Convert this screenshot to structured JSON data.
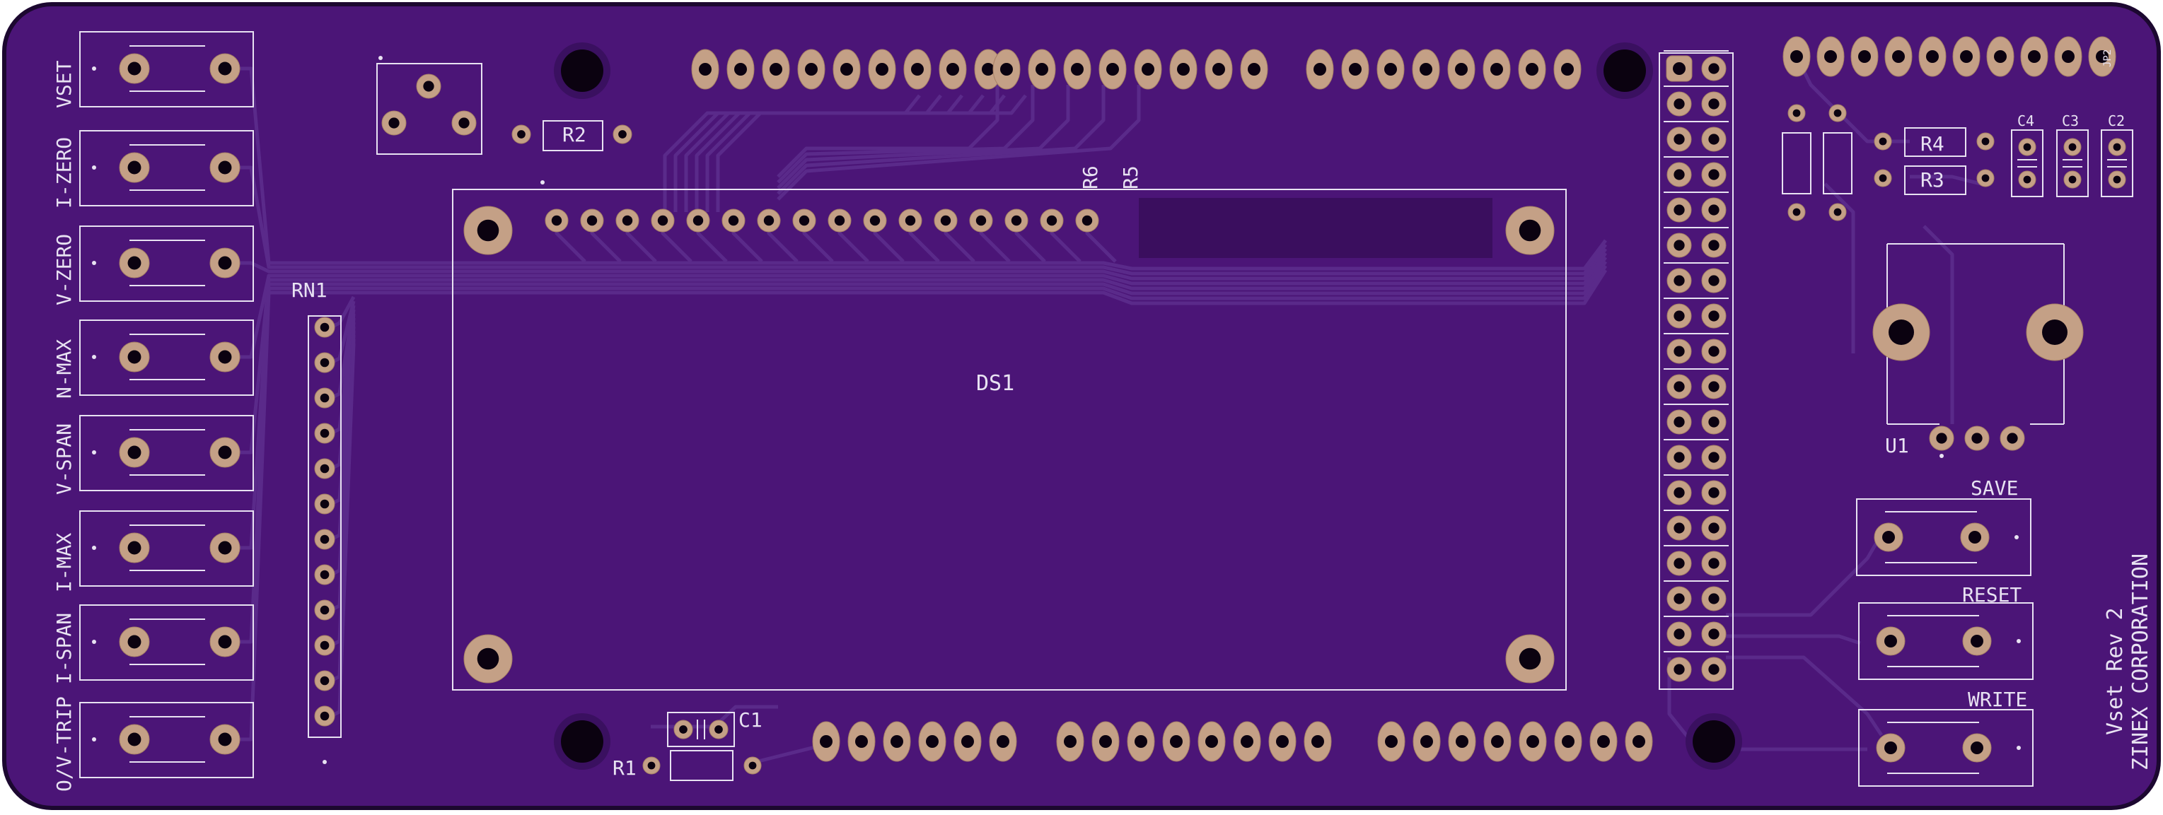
{
  "board": {
    "colors": {
      "board": "#4b1577",
      "board_dark": "#3a0e5e",
      "outline": "#1c0830",
      "silk": "#e8e2f2",
      "trace": "#5a2a8a",
      "copper": "#c4a086",
      "copper_edge": "#a88066",
      "hole": "#0b0210"
    },
    "switch_labels": [
      "VSET",
      "I-ZERO",
      "V-ZERO",
      "N-MAX",
      "V-SPAN",
      "I-MAX",
      "I-SPAN",
      "O/V-TRIP"
    ],
    "button_labels": [
      "SAVE",
      "RESET",
      "WRITE"
    ],
    "parts": {
      "display": "DS1",
      "resistor_network": "RN1",
      "regulator": "U1",
      "r1": "R1",
      "r2": "R2",
      "r3": "R3",
      "r4": "R4",
      "r5": "R5",
      "r6": "R6",
      "c1": "C1",
      "c2": "C2",
      "c3": "C3",
      "c4": "C4",
      "jp2": "JP2"
    },
    "revision": "Vset Rev 2",
    "company": "ZINEX CORPORATION"
  }
}
